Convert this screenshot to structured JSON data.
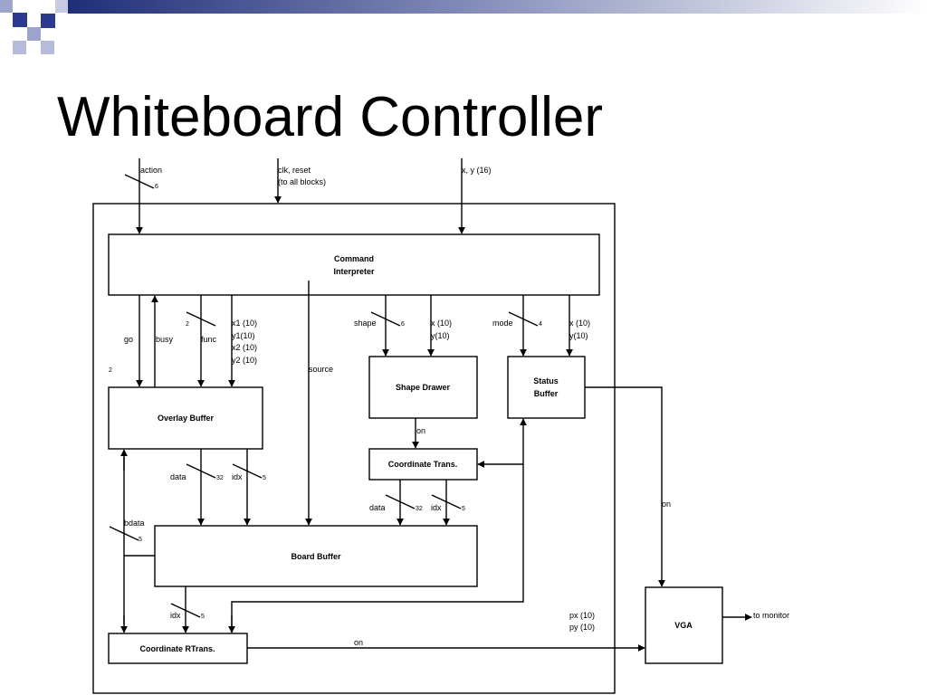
{
  "slide": {
    "title": "Whiteboard Controller",
    "colors": {
      "banner_dark": "#1f2e77",
      "banner_light": "#ffffff",
      "square_dark": "#2b3a8f",
      "square_light": "#9ea5cc",
      "line": "#000000"
    }
  },
  "diagram": {
    "blocks": {
      "command_interpreter": [
        "Command",
        "Interpreter"
      ],
      "overlay_buffer": "Overlay Buffer",
      "shape_drawer": "Shape Drawer",
      "status_buffer": [
        "Status",
        "Buffer"
      ],
      "coordinate_trans": "Coordinate Trans.",
      "board_buffer": "Board Buffer",
      "coordinate_rtrans": "Coordinate RTrans.",
      "vga": "VGA"
    },
    "signals": {
      "action": "action",
      "action_width": "6",
      "clk_reset": "clk, reset",
      "to_all_blocks": "(to all blocks)",
      "xy_in": "x, y (16)",
      "go": "go",
      "busy": "busy",
      "go_width": "2",
      "func": "func",
      "func_width": "2",
      "x1": "x1 (10)",
      "y1": "y1(10)",
      "x2": "x2 (10)",
      "y2": "y2 (10)",
      "source": "source",
      "shape": "shape",
      "shape_width": "6",
      "sd_x": "x (10)",
      "sd_y": "y(10)",
      "mode": "mode",
      "mode_width": "4",
      "sb_x": "x (10)",
      "sb_y": "y(10)",
      "sd_on": "on",
      "ob_data": "data",
      "ob_data_width": "32",
      "ob_idx": "idx",
      "ob_idx_width": "5",
      "ct_data": "data",
      "ct_data_width": "32",
      "ct_idx": "idx",
      "ct_idx_width": "5",
      "bdata": "bdata",
      "bdata_width": "5",
      "status_on": "on",
      "bb_idx": "idx",
      "bb_idx_width": "5",
      "px": "px (10)",
      "py": "py (10)",
      "rtrans_on": "on",
      "to_monitor": "to monitor"
    }
  }
}
